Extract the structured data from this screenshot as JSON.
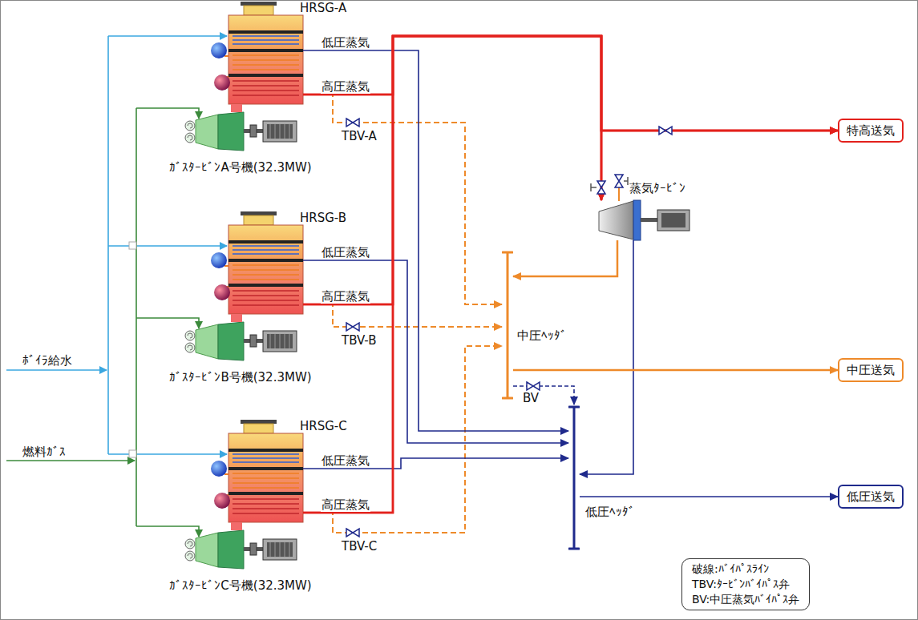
{
  "diagram": {
    "nodes": [
      {
        "text": [
          "HRSG-A"
        ]
      },
      {
        "text": [
          "ｶﾞｽﾀｰﾋﾞﾝA号機(32.3MW)"
        ]
      },
      {
        "text": [
          "HRSG-B"
        ]
      },
      {
        "text": [
          "ｶﾞｽﾀｰﾋﾞﾝB号機(32.3MW)"
        ]
      },
      {
        "text": [
          "HRSG-C"
        ]
      },
      {
        "text": [
          "ｶﾞｽﾀｰﾋﾞﾝC号機(32.3MW)"
        ]
      },
      {
        "text": [
          "蒸気ﾀｰﾋﾞﾝ"
        ]
      },
      {
        "text": [
          "特高送気"
        ]
      },
      {
        "text": [
          "中圧ﾍｯﾀﾞ"
        ]
      },
      {
        "text": [
          "中圧送気"
        ]
      },
      {
        "text": [
          "低圧ﾍｯﾀﾞ"
        ]
      },
      {
        "text": [
          "低圧送気"
        ]
      }
    ],
    "edges": [
      {
        "from": 1,
        "to": 0,
        "arrow": "none"
      },
      {
        "from": 3,
        "to": 2,
        "arrow": "none"
      },
      {
        "from": 5,
        "to": 4,
        "arrow": "none"
      },
      {
        "from": 0,
        "to": 6,
        "arrow": "to",
        "label": "高圧蒸気"
      },
      {
        "from": 0,
        "to": 7,
        "arrow": "to"
      },
      {
        "from": 2,
        "to": 6,
        "arrow": "to",
        "label": "高圧蒸気"
      },
      {
        "from": 2,
        "to": 7,
        "arrow": "to"
      },
      {
        "from": 4,
        "to": 6,
        "arrow": "to",
        "label": "高圧蒸気"
      },
      {
        "from": 4,
        "to": 7,
        "arrow": "to"
      },
      {
        "from": 0,
        "to": 10,
        "arrow": "to",
        "label": "低圧蒸気"
      },
      {
        "from": 2,
        "to": 10,
        "arrow": "to",
        "label": "低圧蒸気"
      },
      {
        "from": 4,
        "to": 10,
        "arrow": "to",
        "label": "低圧蒸気"
      },
      {
        "from": 0,
        "to": 8,
        "arrow": "to",
        "label": "TBV-A"
      },
      {
        "from": 2,
        "to": 8,
        "arrow": "to",
        "label": "TBV-B"
      },
      {
        "from": 4,
        "to": 8,
        "arrow": "to",
        "label": "TBV-C"
      },
      {
        "from": 6,
        "to": 8,
        "arrow": "to"
      },
      {
        "from": 6,
        "to": 10,
        "arrow": "to"
      },
      {
        "from": 8,
        "to": 9,
        "arrow": "to"
      },
      {
        "from": 8,
        "to": 10,
        "arrow": "to",
        "label": "BV"
      },
      {
        "from": 10,
        "to": 11,
        "arrow": "to"
      }
    ],
    "labels": [
      "ﾎﾞｲﾗ給水",
      "燃料ｶﾞｽ"
    ],
    "legend": [
      {
        "text": "破線:ﾊﾞｲﾊﾟｽﾗｲﾝ"
      },
      {
        "text": "TBV:ﾀｰﾋﾞﾝﾊﾞｲﾊﾟｽ弁"
      },
      {
        "text": "BV:中圧蒸気ﾊﾞｲﾊﾟｽ弁"
      }
    ]
  }
}
